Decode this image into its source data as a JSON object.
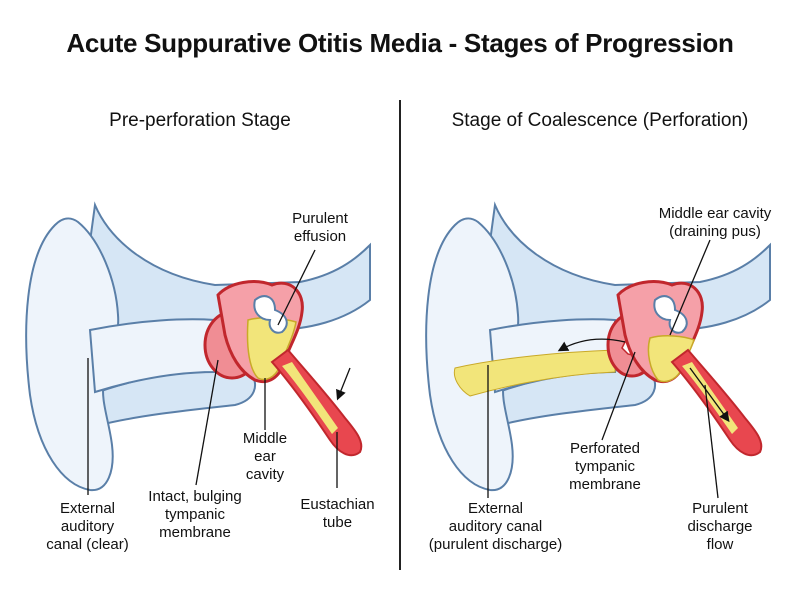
{
  "title": "Acute Suppurative Otitis Media - Stages of Progression",
  "left_panel": {
    "title": "Pre-perforation Stage",
    "labels": {
      "purulent_effusion": "Purulent\neffusion",
      "middle_ear_cavity": "Middle\near\ncavity",
      "external_auditory_canal": "External\nauditory\ncanal (clear)",
      "tympanic_membrane": "Intact, bulging\ntympanic\nmembrane",
      "eustachian_tube": "Eustachian\ntube"
    }
  },
  "right_panel": {
    "title": "Stage of Coalescence (Perforation)",
    "labels": {
      "middle_ear_cavity": "Middle ear cavity\n(draining pus)",
      "perforated_membrane": "Perforated\ntympanic\nmembrane",
      "external_auditory_canal": "External\nauditory canal\n(purulent discharge)",
      "purulent_discharge_flow": "Purulent\ndischarge\nflow"
    }
  },
  "colors": {
    "bone": "#d6e6f5",
    "bone_outline": "#5a7fa8",
    "inflamed_red": "#e8474f",
    "pink": "#f5a0a8",
    "pus_yellow": "#f2e57a",
    "outline": "#222222"
  }
}
